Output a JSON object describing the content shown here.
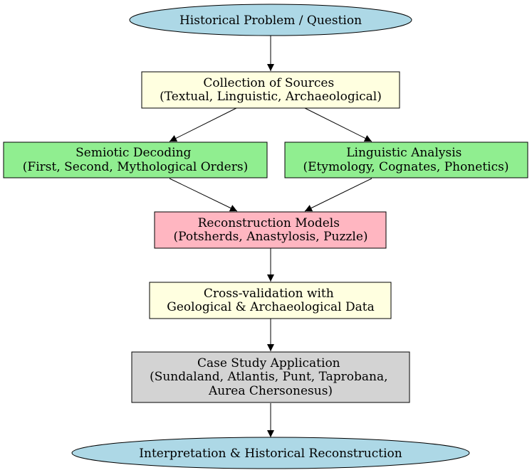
{
  "colors": {
    "ellipse_fill": "#add8e6",
    "source_fill": "#ffffe0",
    "analysis_fill": "#90ee90",
    "model_fill": "#ffb6c1",
    "case_fill": "#d3d3d3",
    "stroke": "#000000"
  },
  "nodes": {
    "problem": {
      "lines": [
        "Historical Problem / Question"
      ]
    },
    "sources": {
      "lines": [
        "Collection of Sources",
        "(Textual, Linguistic, Archaeological)"
      ]
    },
    "semiotic": {
      "lines": [
        "Semiotic Decoding",
        "(First, Second, Mythological Orders)"
      ]
    },
    "linguistic": {
      "lines": [
        "Linguistic Analysis",
        "(Etymology, Cognates, Phonetics)"
      ]
    },
    "models": {
      "lines": [
        "Reconstruction Models",
        "(Potsherds, Anastylosis, Puzzle)"
      ]
    },
    "validation": {
      "lines": [
        "Cross-validation with",
        "Geological & Archaeological Data"
      ]
    },
    "casestudy": {
      "lines": [
        "Case Study Application",
        "(Sundaland, Atlantis, Punt, Taprobana,",
        "Aurea Chersonesus)"
      ]
    },
    "interpretation": {
      "lines": [
        "Interpretation & Historical Reconstruction"
      ]
    }
  }
}
